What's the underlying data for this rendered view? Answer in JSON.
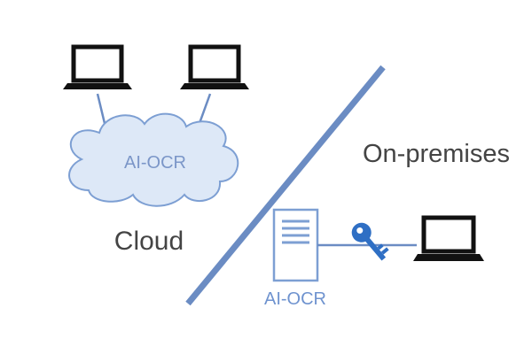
{
  "cloud": {
    "service_label": "AI-OCR",
    "zone_label": "Cloud"
  },
  "onprem": {
    "zone_label": "On-premises",
    "server_label": "AI-OCR"
  },
  "icons": {
    "laptop": "laptop-icon",
    "cloud": "cloud-icon",
    "server": "server-icon",
    "key": "key-icon"
  },
  "colors": {
    "divider": "#6b8cc3",
    "connector": "#6b8cc3",
    "cloud_fill": "#dde8f7",
    "cloud_stroke": "#7d9fd3",
    "cloud_text": "#7b96c8",
    "server_stroke": "#7d9fd3",
    "server_text": "#6f93cf",
    "key": "#2f6fc4",
    "laptop": "#111111",
    "zone_text": "#444444"
  }
}
